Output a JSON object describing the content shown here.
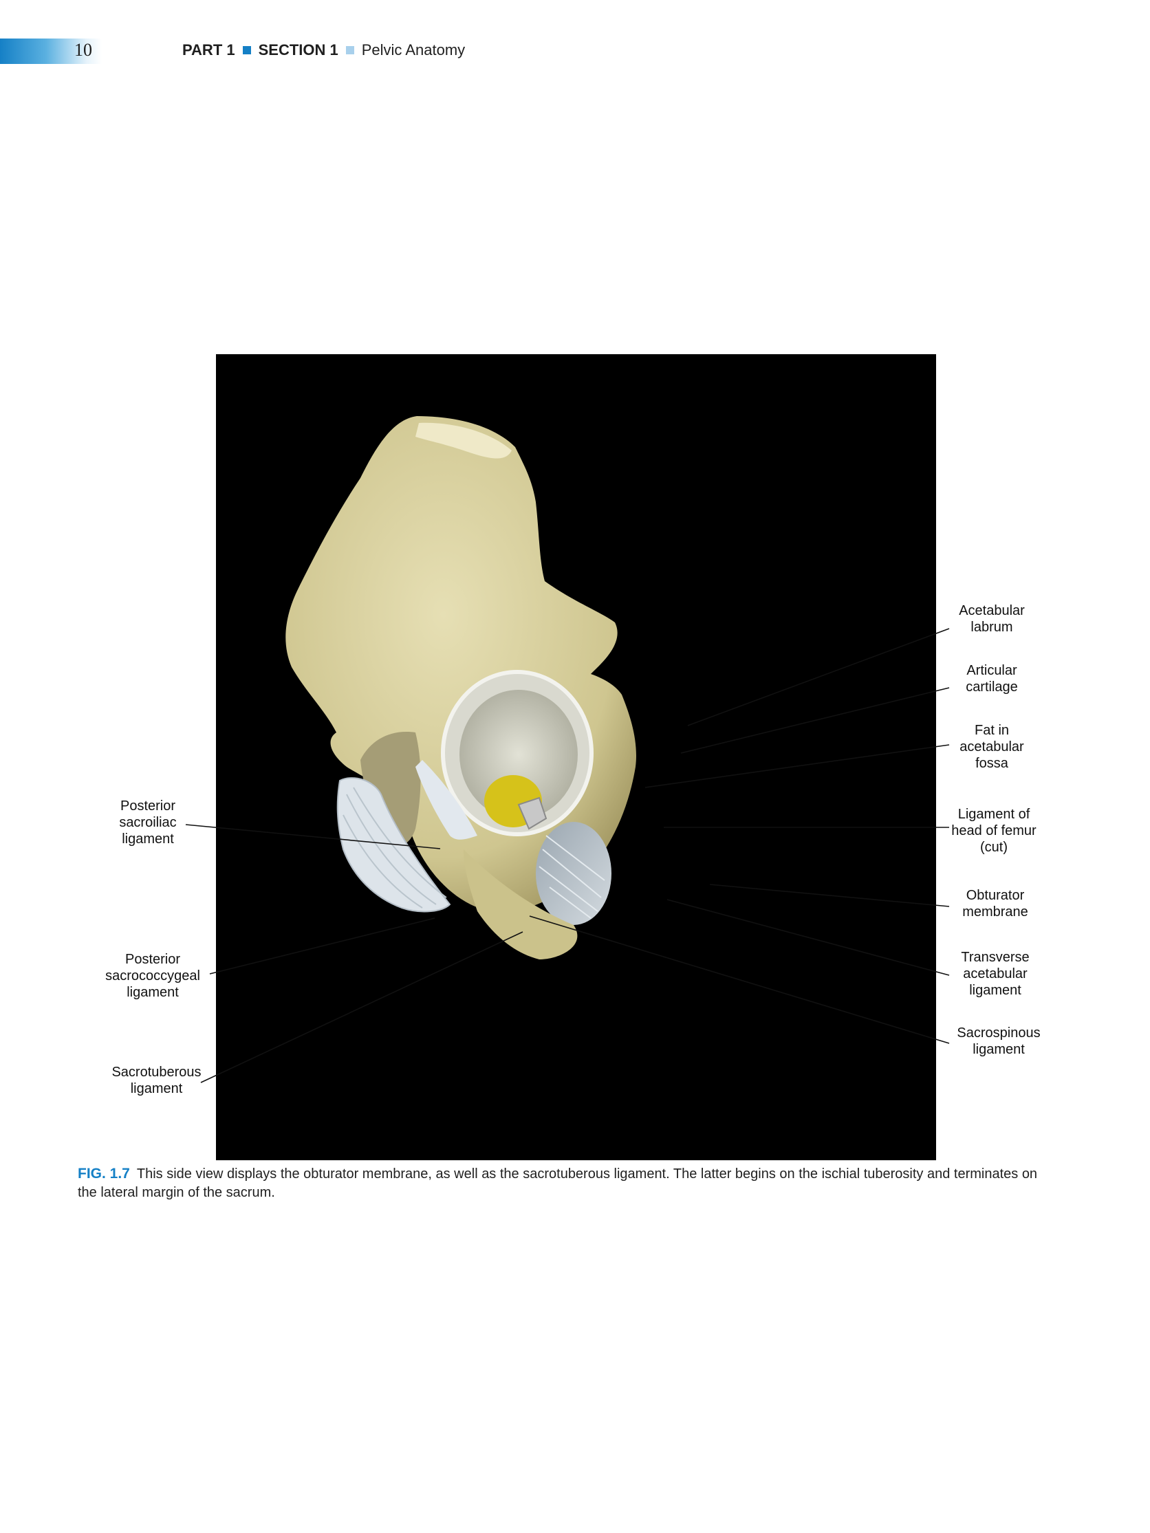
{
  "header": {
    "page_number": "10",
    "part": "PART 1",
    "section": "SECTION 1",
    "section_title": "Pelvic Anatomy"
  },
  "figure": {
    "labels_left": [
      "Posterior\nsacroiliac\nligament",
      "Posterior\nsacrococcygeal\nligament",
      "Sacrotuberous\nligament"
    ],
    "labels_right": [
      "Acetabular\nlabrum",
      "Articular\ncartilage",
      "Fat in\nacetabular\nfossa",
      "Ligament of\nhead of femur\n(cut)",
      "Obturator\nmembrane",
      "Transverse\nacetabular\nligament",
      "Sacrospinous\nligament"
    ],
    "colors": {
      "background": "#000000",
      "bone": "#d8d0a0",
      "cartilage": "#c9c9b9",
      "fat": "#d6c21a",
      "ligament": "#dde4ea",
      "membrane": "#b7c1c9"
    }
  },
  "caption": {
    "fig_number": "FIG. 1.7",
    "text": "This side view displays the obturator membrane, as well as the sacrotuberous ligament. The latter begins on the ischial tuberosity and terminates on the lateral margin of the sacrum."
  }
}
